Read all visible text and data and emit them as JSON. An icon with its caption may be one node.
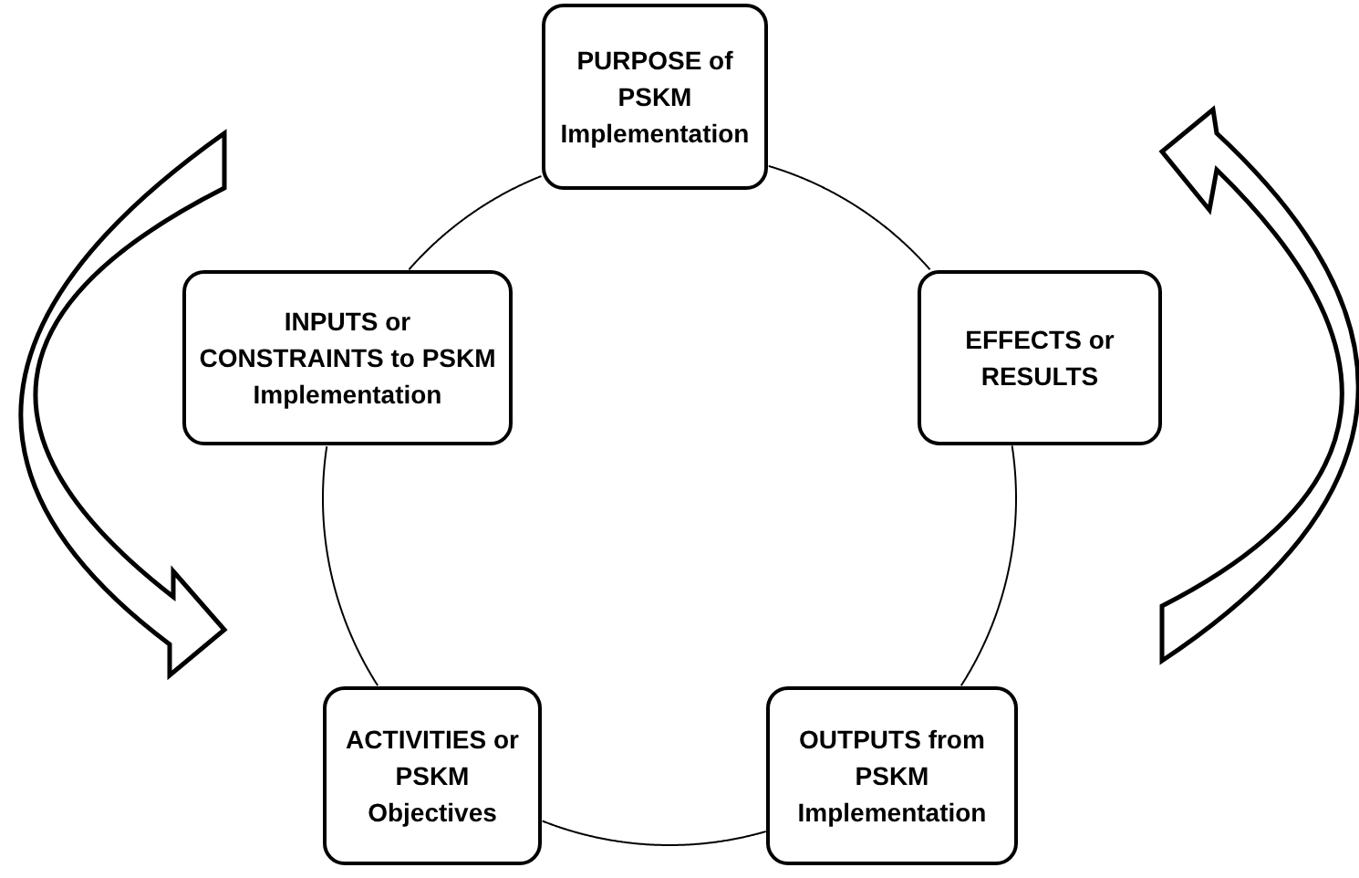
{
  "diagram": {
    "nodes": [
      {
        "text": [
          "PURPOSE of PSKM Implementation"
        ]
      },
      {
        "text": [
          "EFFECTS or RESULTS"
        ]
      },
      {
        "text": [
          "OUTPUTS from PSKM Implementation"
        ]
      },
      {
        "text": [
          "ACTIVITIES or PSKM Objectives"
        ]
      },
      {
        "text": [
          "INPUTS or CONSTRAINTS to PSKM Implementation"
        ]
      }
    ],
    "edges": [
      {
        "from": 0,
        "to": 1,
        "arrow": "none"
      },
      {
        "from": 1,
        "to": 2,
        "arrow": "none"
      },
      {
        "from": 2,
        "to": 3,
        "arrow": "none"
      },
      {
        "from": 3,
        "to": 4,
        "arrow": "none"
      },
      {
        "from": 4,
        "to": 0,
        "arrow": "none"
      }
    ]
  }
}
